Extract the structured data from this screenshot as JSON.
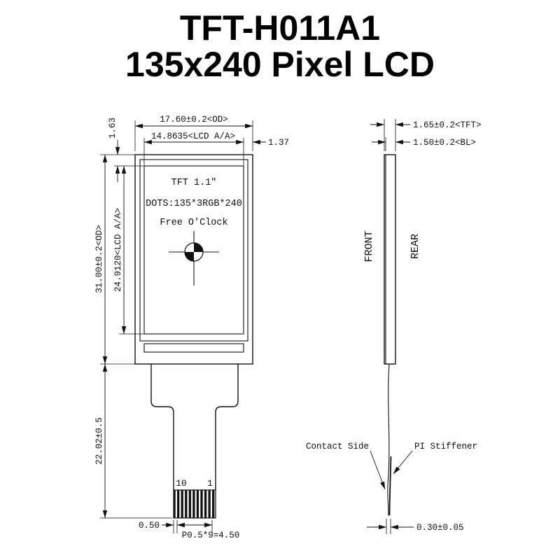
{
  "header": {
    "title": "TFT-H011A1",
    "subtitle": "135x240 Pixel LCD"
  },
  "front": {
    "od_width": "17.60±0.2<OD>",
    "aa_width": "14.8635<LCD A/A>",
    "top_margin": "1.63",
    "right_margin": "1.37",
    "od_height": "31.00±0.2<OD>",
    "aa_height": "24.9120<LCD A/A>",
    "fpc_length": "22.02±0.5",
    "screen": {
      "line1": "TFT 1.1″",
      "line2": "DOTS:135*3RGB*240",
      "line3": "Free O'Clock"
    },
    "pin_left": "10",
    "pin_right": "1",
    "pin_offset": "0.50",
    "pin_pitch": "P0.5*9=4.50"
  },
  "side": {
    "tft_thickness": "1.65±0.2<TFT>",
    "bl_thickness": "1.50±0.2<BL>",
    "front_label": "FRONT",
    "rear_label": "REAR",
    "contact_side": "Contact Side",
    "pi_stiffener": "PI Stiffener",
    "fpc_thickness": "0.30±0.05"
  }
}
